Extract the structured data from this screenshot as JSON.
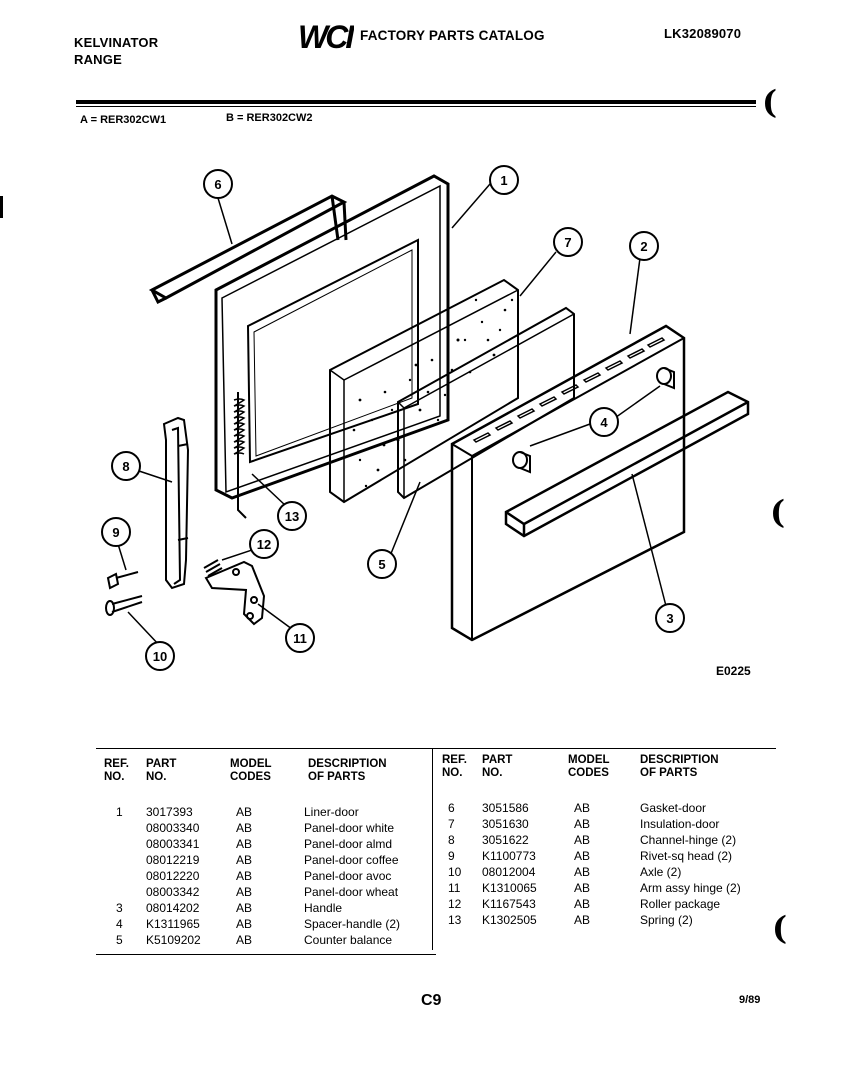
{
  "header": {
    "brand": "KELVINATOR",
    "product": "RANGE",
    "logo_text": "WCI",
    "catalog_title": "FACTORY PARTS CATALOG",
    "catalog_number": "LK32089070"
  },
  "models": {
    "a": "A = RER302CW1",
    "b": "B = RER302CW2"
  },
  "diagram": {
    "drawing_code": "E0225",
    "callouts": [
      "1",
      "2",
      "3",
      "4",
      "5",
      "6",
      "7",
      "8",
      "9",
      "10",
      "11",
      "12",
      "13"
    ]
  },
  "table": {
    "headers": {
      "ref": "REF.\nNO.",
      "part": "PART\nNO.",
      "model": "MODEL\nCODES",
      "desc": "DESCRIPTION\nOF PARTS"
    },
    "left_rows": [
      {
        "ref": "1",
        "part": "3017393",
        "model": "AB",
        "desc": "Liner-door"
      },
      {
        "ref": "",
        "part": "08003340",
        "model": "AB",
        "desc": "Panel-door white"
      },
      {
        "ref": "",
        "part": "08003341",
        "model": "AB",
        "desc": "Panel-door almd"
      },
      {
        "ref": "",
        "part": "08012219",
        "model": "AB",
        "desc": "Panel-door coffee"
      },
      {
        "ref": "",
        "part": "08012220",
        "model": "AB",
        "desc": "Panel-door avoc"
      },
      {
        "ref": "",
        "part": "08003342",
        "model": "AB",
        "desc": "Panel-door wheat"
      },
      {
        "ref": "3",
        "part": "08014202",
        "model": "AB",
        "desc": "Handle"
      },
      {
        "ref": "4",
        "part": "K1311965",
        "model": "AB",
        "desc": "Spacer-handle (2)"
      },
      {
        "ref": "5",
        "part": "K5109202",
        "model": "AB",
        "desc": "Counter balance"
      }
    ],
    "right_rows": [
      {
        "ref": "6",
        "part": "3051586",
        "model": "AB",
        "desc": "Gasket-door"
      },
      {
        "ref": "7",
        "part": "3051630",
        "model": "AB",
        "desc": "Insulation-door"
      },
      {
        "ref": "8",
        "part": "3051622",
        "model": "AB",
        "desc": "Channel-hinge (2)"
      },
      {
        "ref": "9",
        "part": "K1100773",
        "model": "AB",
        "desc": "Rivet-sq head (2)"
      },
      {
        "ref": "10",
        "part": "08012004",
        "model": "AB",
        "desc": "Axle (2)"
      },
      {
        "ref": "11",
        "part": "K1310065",
        "model": "AB",
        "desc": "Arm assy hinge (2)"
      },
      {
        "ref": "12",
        "part": "K1167543",
        "model": "AB",
        "desc": "Roller package"
      },
      {
        "ref": "13",
        "part": "K1302505",
        "model": "AB",
        "desc": "Spring (2)"
      }
    ]
  },
  "footer": {
    "page": "C9",
    "date": "9/89"
  }
}
